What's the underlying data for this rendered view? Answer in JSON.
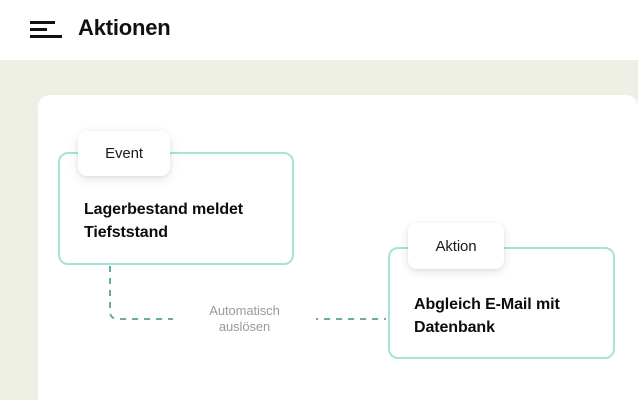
{
  "header": {
    "menu_icon": "hamburger-menu-icon",
    "title": "Aktionen"
  },
  "theme": {
    "page_background": "#ffffff",
    "backdrop": "#eef0e5",
    "canvas": "#ffffff",
    "node_border": "#a6e3dc",
    "connector": "#6aab9e",
    "title_text": "#111111",
    "node_text": "#0c0c0c",
    "badge_text": "#1a1a1a",
    "label_text": "#9a9a9a"
  },
  "flow": {
    "nodes": [
      {
        "id": "event-node",
        "badge": "Event",
        "title": "Lagerbestand meldet Tiefststand"
      },
      {
        "id": "action-node",
        "badge": "Aktion",
        "title": "Abgleich E-Mail mit Datenbank"
      }
    ],
    "connector": {
      "label_line1": "Automatisch",
      "label_line2": "auslösen",
      "style": "dashed"
    }
  }
}
